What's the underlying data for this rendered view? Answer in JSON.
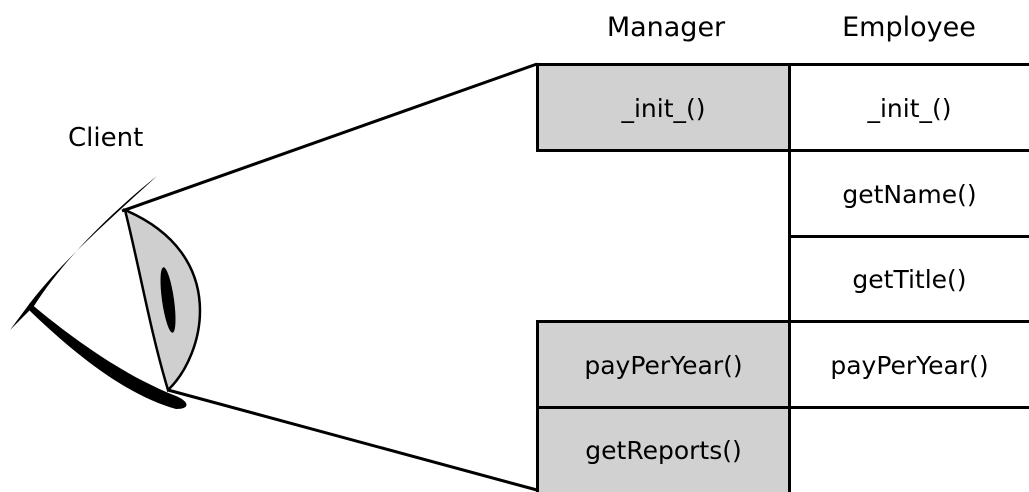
{
  "client_label": "Client",
  "columns": {
    "manager": "Manager",
    "employee": "Employee"
  },
  "manager_methods": {
    "init": "_init_()",
    "pay_per_year": "payPerYear()",
    "get_reports": "getReports()"
  },
  "employee_methods": {
    "init": "_init_()",
    "get_name": "getName()",
    "get_title": "getTitle()",
    "pay_per_year": "payPerYear()"
  },
  "colors": {
    "manager_fill": "#d1d1d1",
    "eye_iris": "#cfcfcf",
    "line": "#000000"
  }
}
